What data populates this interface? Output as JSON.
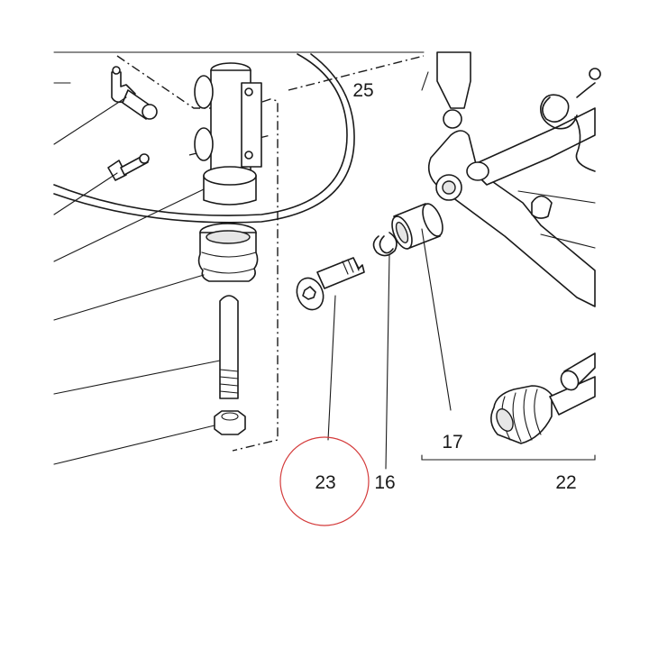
{
  "labels": {
    "p25": "25",
    "p17": "17",
    "p23": "23",
    "p16": "16",
    "p22": "22"
  },
  "highlight": {
    "label": "23",
    "color": "#d43b3b"
  }
}
